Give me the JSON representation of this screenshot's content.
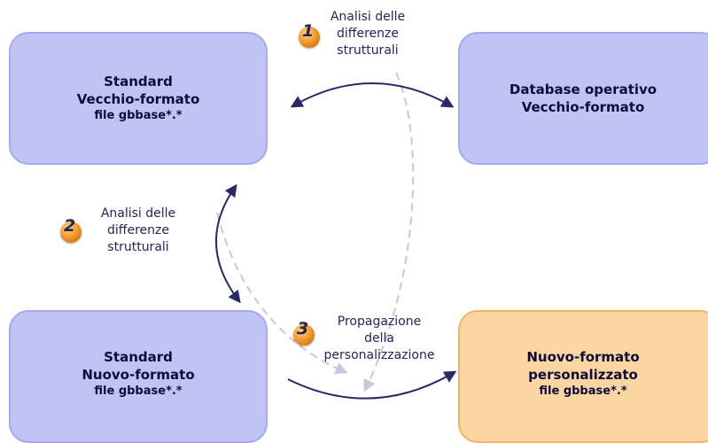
{
  "boxes": {
    "standard_old": {
      "line1": "Standard",
      "line2": "Vecchio-formato",
      "line3": "file gbbase*.*"
    },
    "operational_db": {
      "line1": "Database operativo",
      "line2": "Vecchio-formato"
    },
    "standard_new": {
      "line1": "Standard",
      "line2": "Nuovo-formato",
      "line3": "file gbbase*.*"
    },
    "custom_new": {
      "line1": "Nuovo-formato",
      "line2": "personalizzato",
      "line3": "file gbbase*.*"
    }
  },
  "steps": [
    {
      "number": "1",
      "label_lines": [
        "Analisi delle",
        "differenze",
        "strutturali"
      ]
    },
    {
      "number": "2",
      "label_lines": [
        "Analisi delle",
        "differenze",
        "strutturali"
      ]
    },
    {
      "number": "3",
      "label_lines": [
        "Propagazione",
        "della",
        "personalizzazione"
      ]
    }
  ],
  "colors": {
    "box_fill": "#bfc4f4",
    "box_border": "#a4aaf0",
    "highlight_fill": "#fbd6a2",
    "highlight_border": "#f3b365",
    "arrow": "#27296b",
    "dashed_arrow": "#c5c8de",
    "badge": "#f49a2a"
  },
  "icons": {
    "step_badge": "numbered-orange-sphere-icon"
  }
}
